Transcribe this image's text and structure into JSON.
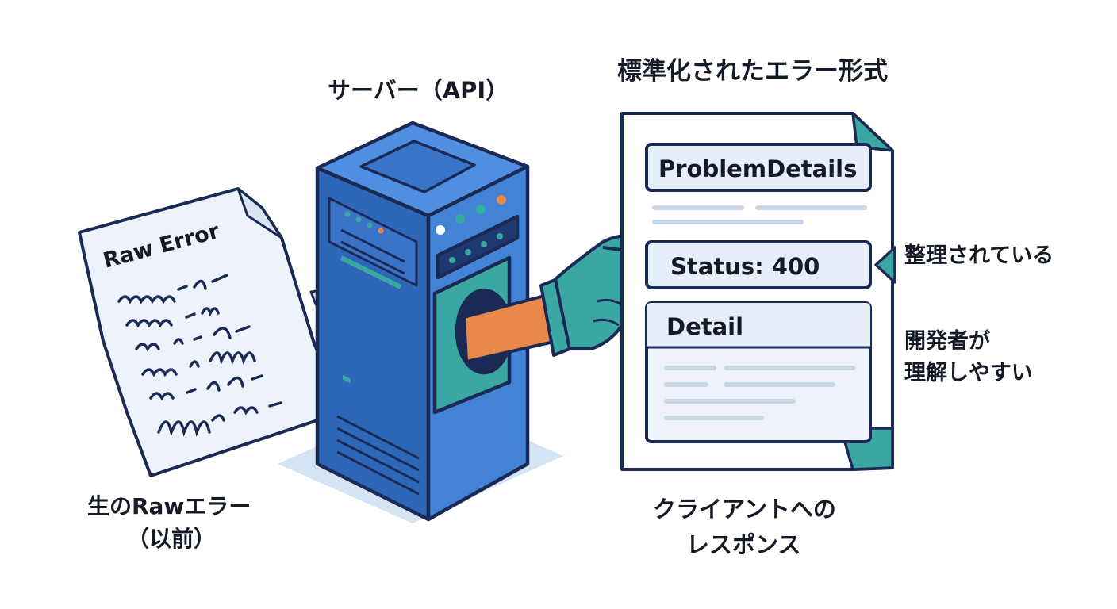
{
  "labels": {
    "server_title": "サーバー（API）",
    "format_title": "標準化されたエラー形式",
    "raw_caption_line1": "生のRawエラー",
    "raw_caption_line2": "（以前）",
    "client_caption_line1": "クライアントへの",
    "client_caption_line2": "レスポンス",
    "organized_note": "整理されている",
    "developer_note_line1": "開発者が",
    "developer_note_line2": "理解しやすい"
  },
  "raw_error": {
    "title": "Raw Error"
  },
  "response_doc": {
    "field_problem_details": "ProblemDetails",
    "field_status": "Status: 400",
    "field_detail": "Detail"
  },
  "colors": {
    "outline": "#1b2a55",
    "server_blue": "#3f7ed1",
    "server_dark": "#2f5fae",
    "teal": "#3aa7a3",
    "orange": "#e8894a",
    "field_bg": "#e6eef7",
    "paper_bg": "#eef3fb",
    "shadow": "#cfe1f3"
  }
}
